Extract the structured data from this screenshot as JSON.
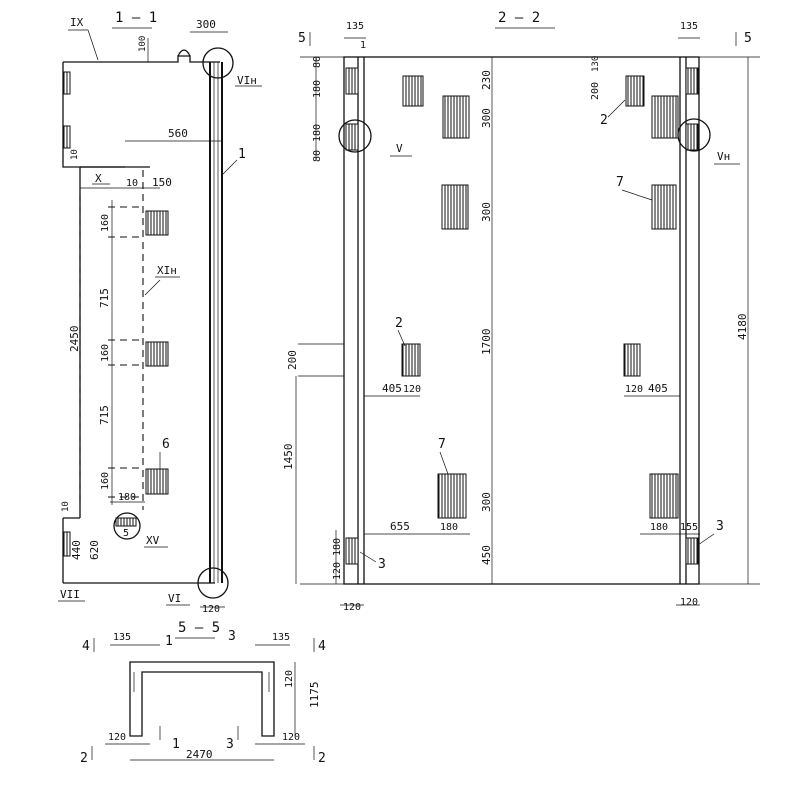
{
  "sections": {
    "s11": "1 – 1",
    "s22": "2 – 2",
    "s55": "5 – 5"
  },
  "cut_marks": {
    "IX": "IX",
    "X": "X",
    "VII": "VII",
    "VI": "VI",
    "VIn": "VIн",
    "V": "V",
    "Vn": "Vн",
    "XIn": "XIн",
    "XV": "XV",
    "m5L": "5",
    "m5R": "5",
    "m4L": "4",
    "m4R": "4",
    "m2L": "2",
    "m2R": "2",
    "m1": "1",
    "m3": "3"
  },
  "callouts": {
    "c1a": "1",
    "c1b": "1",
    "c2a": "2",
    "c2b": "2",
    "c3a": "3",
    "c3b": "3",
    "c5": "5",
    "c6": "6",
    "c7a": "7",
    "c7b": "7"
  },
  "dims_11": {
    "d300": "300",
    "d100": "100",
    "d560": "560",
    "d10a": "10",
    "d10b": "10",
    "d150": "150",
    "d160a": "160",
    "d715a": "715",
    "d160b": "160",
    "d715b": "715",
    "d160c": "160",
    "d2450": "2450",
    "d10c": "10",
    "d180": "180",
    "d440": "440",
    "d620": "620",
    "d120": "120"
  },
  "dims_22": {
    "d135L": "135",
    "d135R": "135",
    "d180a": "180",
    "d80a": "80",
    "d180b": "180",
    "d80b": "80",
    "d230": "230",
    "d300a": "300",
    "d300b": "300",
    "d1700": "1700",
    "d300c": "300",
    "d450": "450",
    "d200L": "200",
    "d130": "130",
    "d200R": "200",
    "d1450": "1450",
    "d405L": "405",
    "d120a": "120",
    "d120b": "120",
    "d405R": "405",
    "d655": "655",
    "d180c": "180",
    "d180d": "180",
    "d155": "155",
    "d180e": "180",
    "d120c": "120",
    "d120L": "120",
    "d120R": "120",
    "d4180": "4180"
  },
  "dims_55": {
    "d135L": "135",
    "d135R": "135",
    "d120top": "120",
    "d1175": "1175",
    "d120L": "120",
    "d2470": "2470",
    "d120R": "120"
  }
}
